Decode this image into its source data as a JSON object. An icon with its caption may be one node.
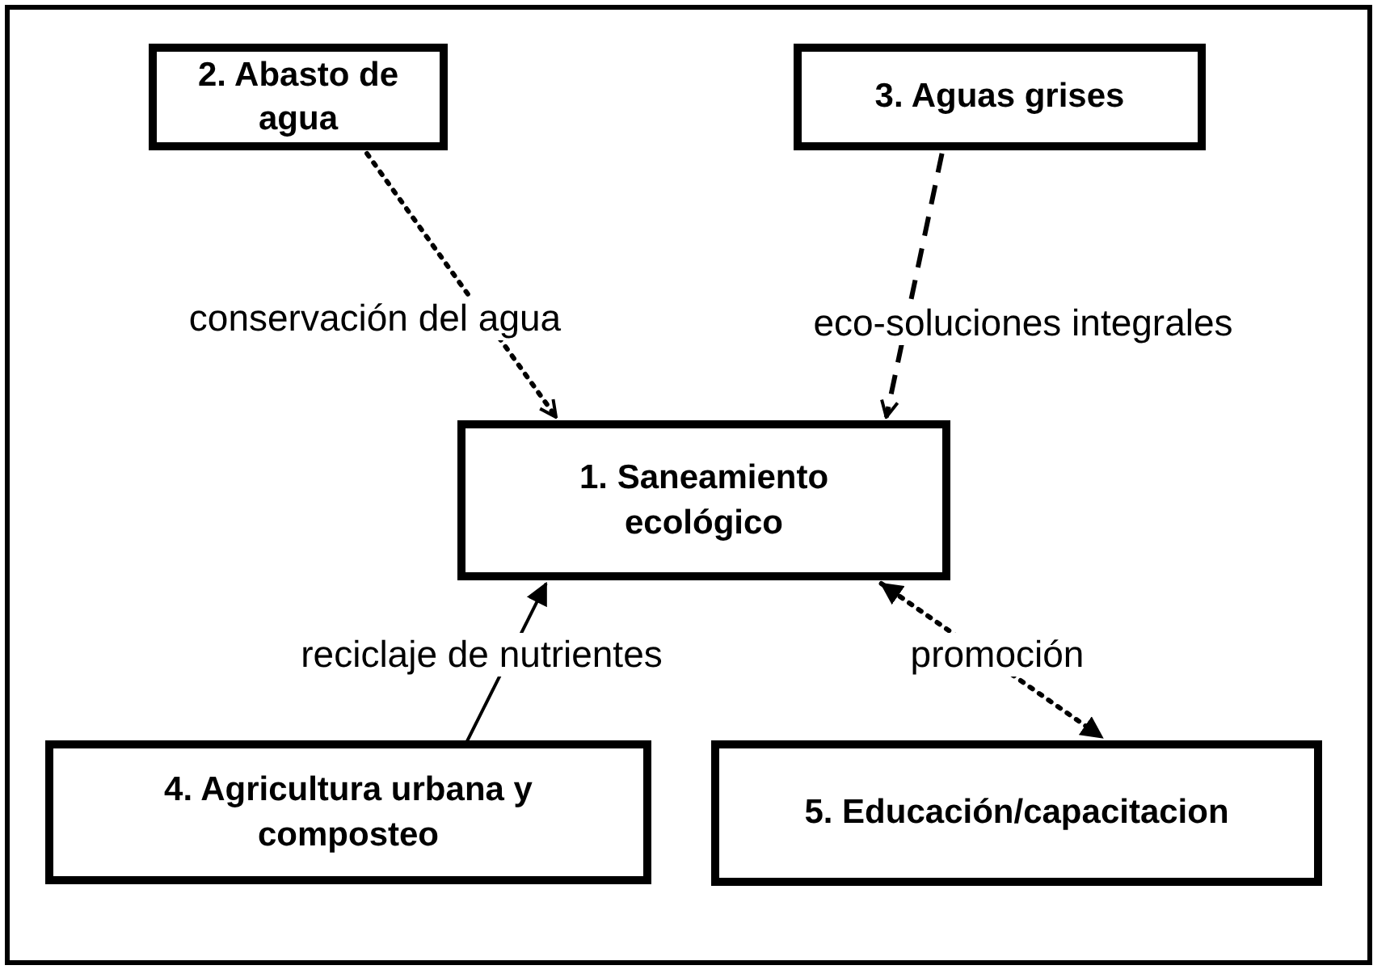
{
  "diagram": {
    "nodes": [
      {
        "text": [
          "1. Saneamiento ecológico"
        ]
      },
      {
        "text": [
          "2. Abasto de agua"
        ]
      },
      {
        "text": [
          "3. Aguas grises"
        ]
      },
      {
        "text": [
          "4. Agricultura urbana y composteo"
        ]
      },
      {
        "text": [
          "5. Educación/capacitacion"
        ]
      }
    ],
    "edges": [
      {
        "from": 1,
        "to": 0,
        "arrow": "to",
        "style": "dashed",
        "label": "conservación del agua"
      },
      {
        "from": 2,
        "to": 0,
        "arrow": "to",
        "style": "dashed",
        "label": "eco-soluciones integrales"
      },
      {
        "from": 3,
        "to": 0,
        "arrow": "to",
        "label": "reciclaje de nutrientes"
      },
      {
        "from": 0,
        "to": 4,
        "arrow": "both",
        "style": "dashed",
        "label": "promoción"
      }
    ]
  }
}
